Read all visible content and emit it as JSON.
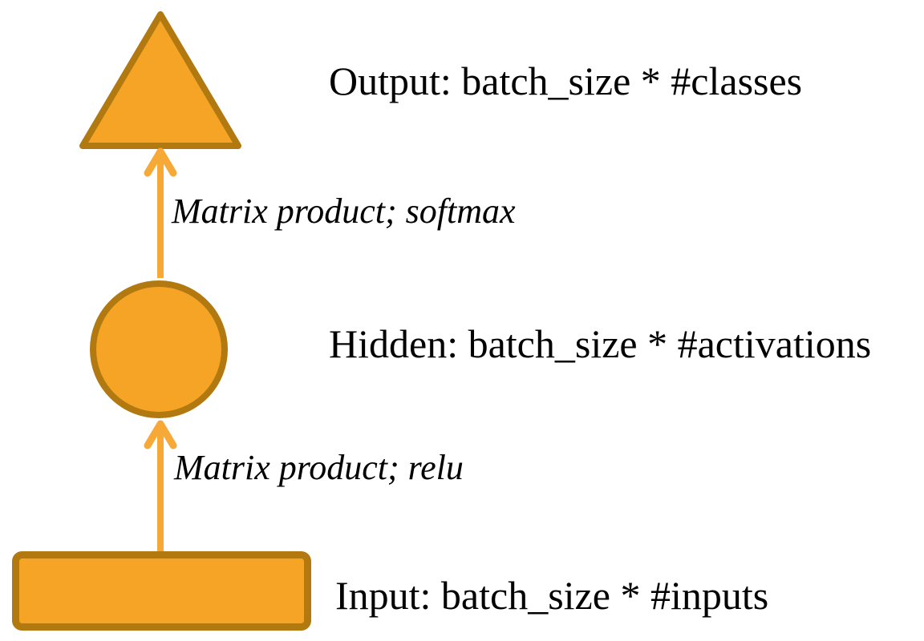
{
  "diagram": {
    "nodes": {
      "output": {
        "shape": "triangle",
        "label": "Output: batch_size * #classes"
      },
      "hidden": {
        "shape": "circle",
        "label": "Hidden: batch_size * #activations"
      },
      "input": {
        "shape": "rectangle",
        "label": "Input: batch_size * #inputs"
      }
    },
    "edges": {
      "hidden_to_output": {
        "from": "hidden",
        "to": "output",
        "label": "Matrix product; softmax"
      },
      "input_to_hidden": {
        "from": "input",
        "to": "hidden",
        "label": "Matrix product; relu"
      }
    },
    "colors": {
      "node_fill": "#F5A426",
      "node_stroke": "#B1790F",
      "arrow": "#F7A937",
      "label_text": "#000000",
      "background": "#FFFFFF"
    }
  }
}
